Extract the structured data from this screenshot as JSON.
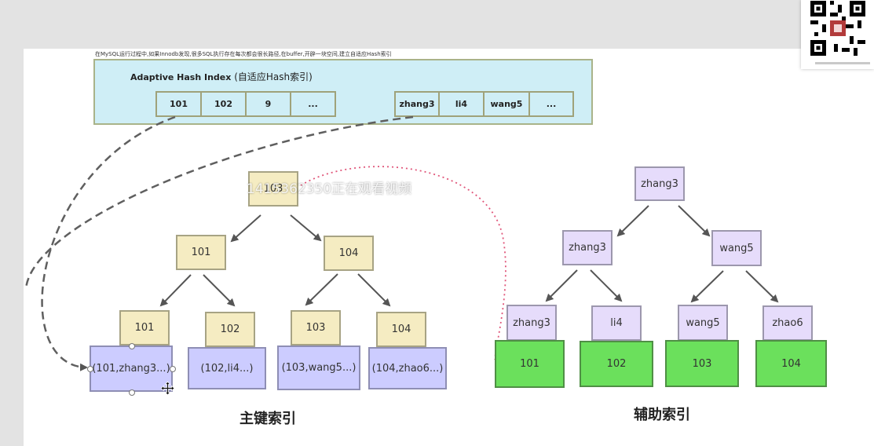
{
  "note": "在MySQL运行过程中,如果Innodb发现,很多SQL执行存在每次都会很长路径,在buffer,开辟一块空间,建立自适应Hash索引",
  "adaptive_hash": {
    "title_en": "Adaptive Hash Index",
    "title_cn": "(自适应Hash索引)",
    "left_cells": [
      "101",
      "102",
      "9",
      "..."
    ],
    "right_cells": [
      "zhang3",
      "li4",
      "wang5",
      "..."
    ]
  },
  "primary_index": {
    "caption": "主键索引",
    "root": "103",
    "level2": [
      "101",
      "104"
    ],
    "leaf_keys": [
      "101",
      "102",
      "103",
      "104"
    ],
    "leaf_rows": [
      "(101,zhang3...)",
      "(102,li4...)",
      "(103,wang5...)",
      "(104,zhao6...)"
    ]
  },
  "secondary_index": {
    "caption": "辅助索引",
    "root": "zhang3",
    "level2": [
      "zhang3",
      "wang5"
    ],
    "leaf_keys": [
      "zhang3",
      "li4",
      "wang5",
      "zhao6"
    ],
    "leaf_ids": [
      "101",
      "102",
      "103",
      "104"
    ]
  },
  "watermark": "1415362350正在观看视频",
  "colors": {
    "primary_node": "#f5ecc2",
    "primary_row": "#ccccff",
    "secondary_node": "#e6dcfb",
    "secondary_id": "#6be05c",
    "hash_box": "#cfeef6",
    "dotted_link": "#e0567a"
  },
  "icons": [
    "move-cursor-icon",
    "qr-code-icon"
  ]
}
